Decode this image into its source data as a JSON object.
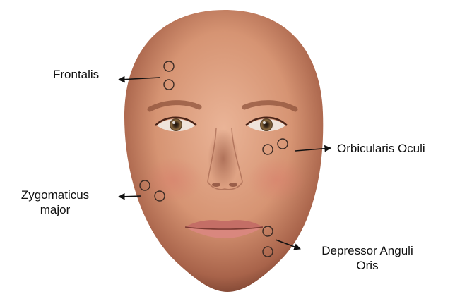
{
  "labels": {
    "frontalis": "Frontalis",
    "orbicularis_oculi": "Orbicularis Oculi",
    "zygomaticus_line1": "Zygomaticus",
    "zygomaticus_line2": "major",
    "depressor_line1": "Depressor Anguli",
    "depressor_line2": "Oris"
  },
  "colors": {
    "skin_light": "#e9b295",
    "skin_mid": "#d08a69",
    "skin_dark": "#7a4432",
    "marker": "#3a2a24",
    "arrow": "#111111"
  }
}
